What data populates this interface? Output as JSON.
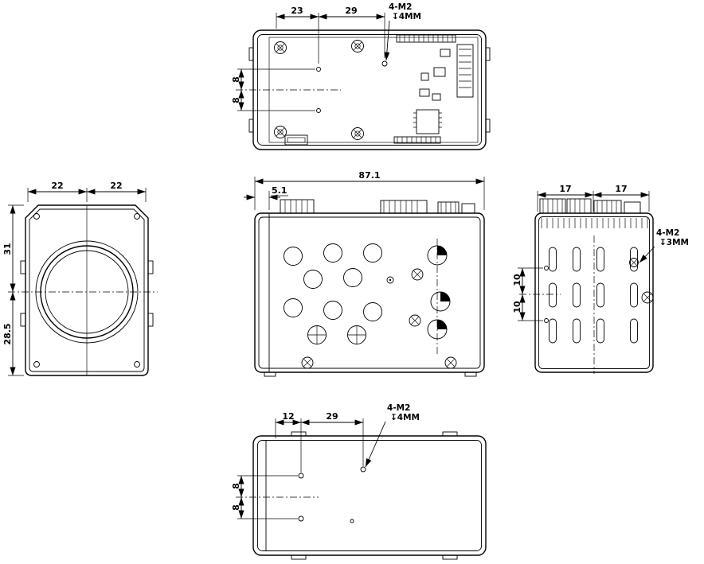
{
  "views": {
    "top": {
      "dim_a": "23",
      "dim_b": "29",
      "dim_c": "8",
      "dim_d": "8",
      "callout1": "4-M2",
      "callout2": "↧4MM"
    },
    "front": {
      "dim_a": "22",
      "dim_b": "22",
      "dim_c": "31",
      "dim_d": "28.5"
    },
    "side": {
      "dim_total": "87.1",
      "dim_offset": "5.1"
    },
    "rear": {
      "dim_a": "17",
      "dim_b": "17",
      "dim_c": "10",
      "dim_d": "10",
      "callout1": "4-M2",
      "callout2": "↧3MM"
    },
    "bottom": {
      "dim_a": "12",
      "dim_b": "29",
      "dim_c": "8",
      "dim_d": "8",
      "callout1": "4-M2",
      "callout2": "↧4MM"
    }
  },
  "colors": {
    "line": "#000000",
    "background": "#ffffff"
  }
}
